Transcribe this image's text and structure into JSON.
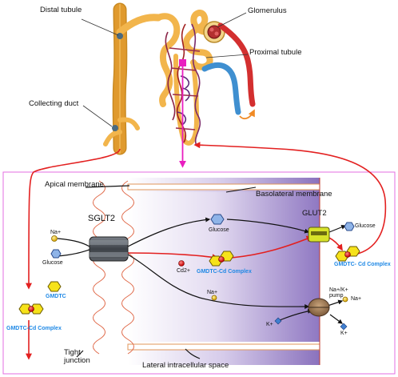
{
  "labels": {
    "distal_tubule": "Distal tubule",
    "glomerulus": "Glomerulus",
    "proximal_tubule": "Proximal tubule",
    "collecting_duct": "Collecting duct",
    "apical_membrane": "Apical membrane",
    "basolateral_membrane": "Basolateral membrane",
    "sglt2": "SGLT2",
    "glut2": "GLUT2",
    "na_plus_left": "Na+",
    "glucose_left": "Glucose",
    "gmdtc": "GMDTC",
    "gmdtc_cd_complex_lumen": "GMDTC-Cd Complex",
    "cd2_plus": "Cd2+",
    "glucose_cell": "Glucose",
    "gmdtc_cd_complex_cell": "GMDTC-Cd Complex",
    "glucose_right": "Glucose",
    "gmdtc_cd_complex_right": "GMDTC- Cd Complex",
    "na_plus_cell": "Na+",
    "na_k_pump": "Na+/K+ pump",
    "na_plus_right": "Na+",
    "k_plus_left": "K+",
    "k_plus_right": "K+",
    "tight_junction": "Tight junction",
    "lateral_space": "Lateral intracellular space"
  },
  "colors": {
    "tubule": "#f2b54c",
    "tubule_edge": "#c98a22",
    "artery": "#d32f2f",
    "vein": "#3f8fd0",
    "flow_arrow": "#e32020",
    "probe_arrow": "#e91ec0",
    "frame": "#e36ee0",
    "cell_purple": "#9c84c9",
    "gmdtc_label": "#1e88e5"
  }
}
